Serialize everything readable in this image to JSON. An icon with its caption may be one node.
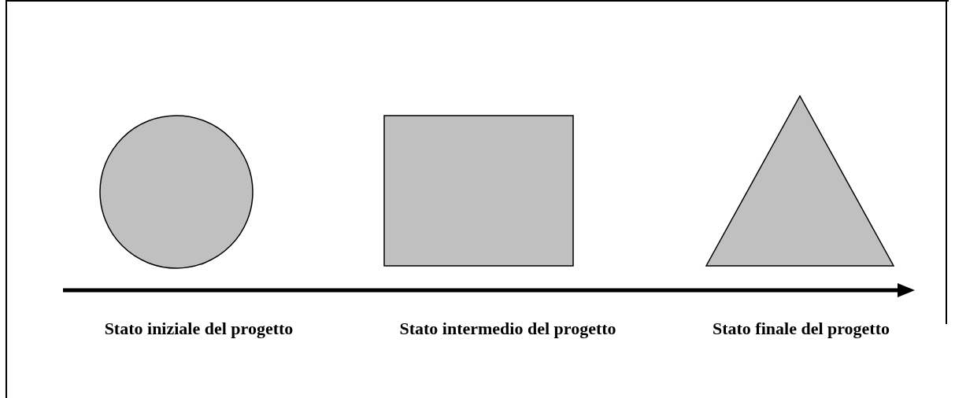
{
  "diagram": {
    "nodes": [
      {
        "text": [
          "Stato iniziale del progetto"
        ]
      },
      {
        "text": [
          "Stato intermedio del progetto"
        ]
      },
      {
        "text": [
          "Stato finale del progetto"
        ]
      }
    ]
  }
}
